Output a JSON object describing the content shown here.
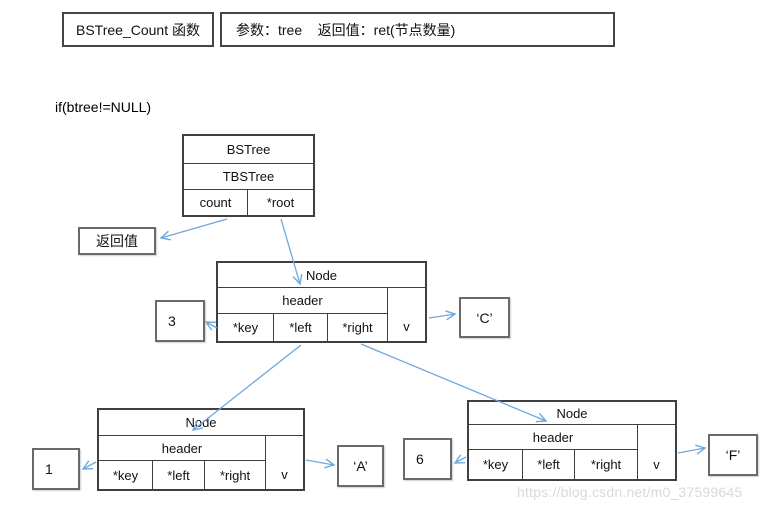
{
  "title_bar": {
    "function_box": "BSTree_Count 函数",
    "params_box": "参数：tree    返回值：ret(节点数量)"
  },
  "condition_text": "if(btree!=NULL)",
  "bstree_struct": {
    "type_name": "BSTree",
    "typedef_name": "TBSTree",
    "count_field": "count",
    "root_field": "*root"
  },
  "return_box_label": "返回值",
  "node_labels": {
    "title": "Node",
    "header": "header",
    "key": "*key",
    "left": "*left",
    "right": "*right",
    "v": "v"
  },
  "tree_nodes": {
    "root": {
      "key_value": "3",
      "data_value": "‘C’"
    },
    "left_child": {
      "key_value": "1",
      "data_value": "‘A’"
    },
    "right_child": {
      "key_value": "6",
      "data_value": "‘F’"
    }
  },
  "watermark": "https://blog.csdn.net/m0_37599645",
  "colors": {
    "arrow": "#6fa8dc",
    "table_border": "#3f3f3f",
    "box_border": "#6a6a6a",
    "watermark_text": "#d9d9d9"
  }
}
